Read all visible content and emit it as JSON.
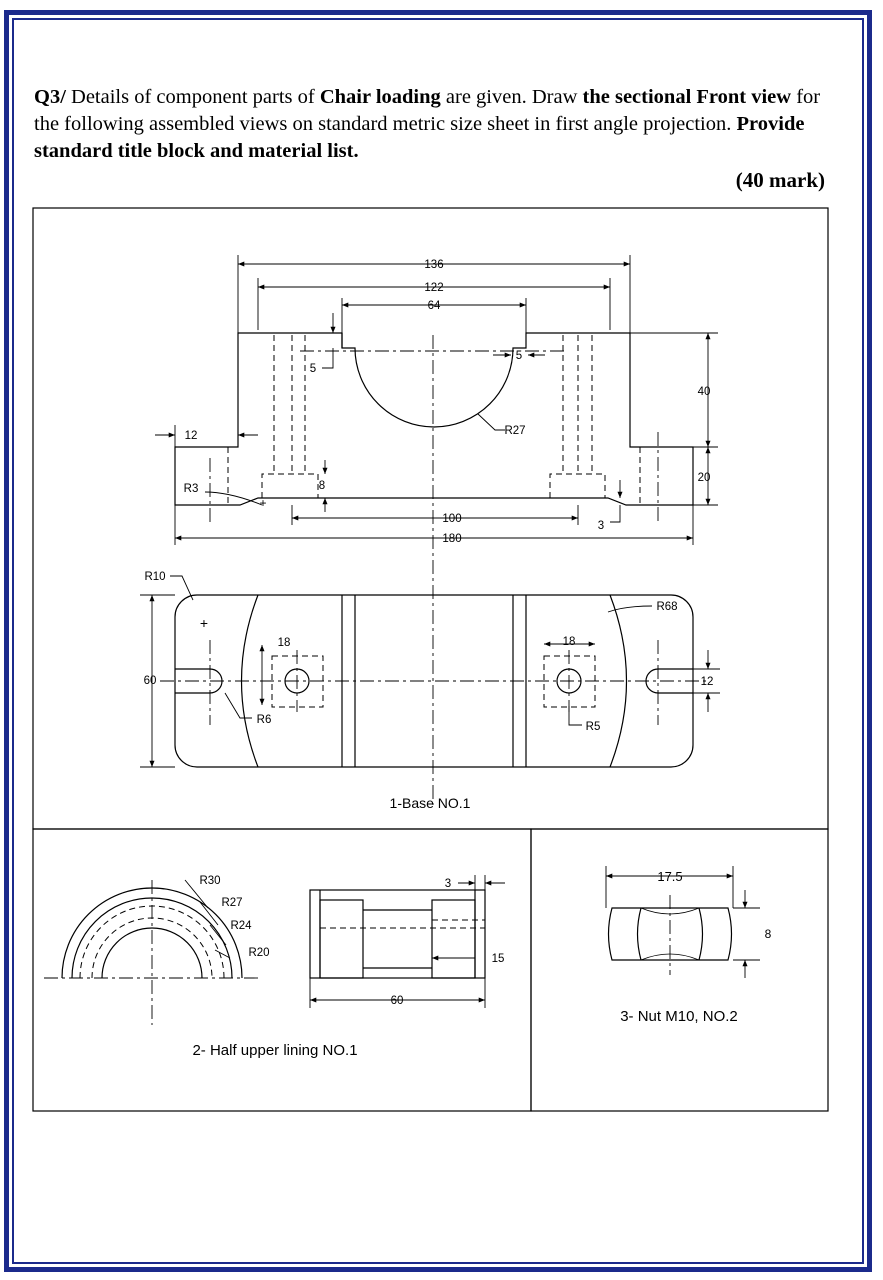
{
  "question": {
    "label": "Q3/",
    "part1": " Details of component parts of ",
    "bold1": "Chair loading",
    "part2": " are given. Draw ",
    "bold2": "the sectional Front view",
    "part3": " for the following assembled views on standard metric size sheet in first angle projection. ",
    "bold3": "Provide standard title block and material list.",
    "marks": "(40 mark)"
  },
  "parts": {
    "base": "1-Base NO.1",
    "lining": "2- Half upper lining NO.1",
    "nut": "3- Nut M10, NO.2"
  },
  "base_dims": {
    "d136": "136",
    "d122": "122",
    "d64": "64",
    "d40": "40",
    "d20": "20",
    "d5a": "5",
    "d5b": "5",
    "d12": "12",
    "r3": "R3",
    "d8": "8",
    "r27": "R27",
    "d100": "100",
    "d180": "180",
    "d3": "3",
    "r10": "R10",
    "r68": "R68",
    "d60": "60",
    "d18a": "18",
    "d18b": "18",
    "r6": "R6",
    "r5": "R5",
    "d12b": "12"
  },
  "lining_dims": {
    "r30": "R30",
    "r27": "R27",
    "r24": "R24",
    "r20": "R20",
    "d3": "3",
    "d15": "15",
    "d60": "60"
  },
  "nut_dims": {
    "d175": "17.5",
    "d8": "8"
  },
  "colors": {
    "border": "#1b2a8c",
    "ink": "#000000"
  }
}
